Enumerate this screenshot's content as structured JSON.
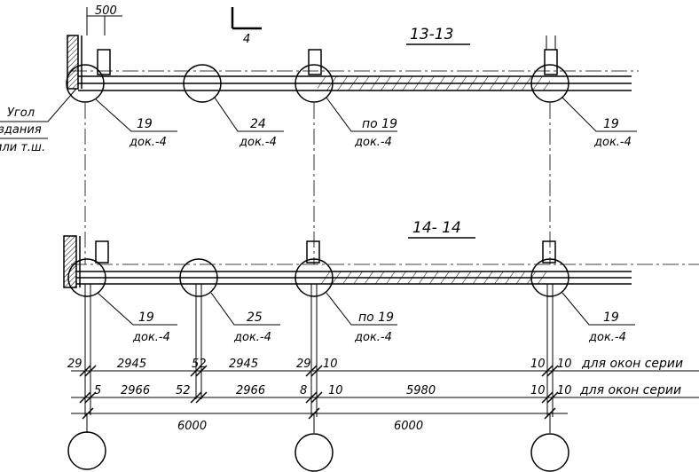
{
  "section_top": {
    "title": "13-13",
    "mark": "4"
  },
  "section_bottom": {
    "title": "14- 14"
  },
  "dim_top": "500",
  "corner_note": [
    "Угол",
    "здания",
    "или т.ш."
  ],
  "callouts_top": [
    {
      "num": "19",
      "ref": "док.-4"
    },
    {
      "num": "24",
      "ref": "док.-4"
    },
    {
      "num": "по 19",
      "ref": "док.-4"
    },
    {
      "num": "19",
      "ref": "док.-4"
    }
  ],
  "callouts_bottom": [
    {
      "num": "19",
      "ref": "док.-4"
    },
    {
      "num": "25",
      "ref": "док.-4"
    },
    {
      "num": "по 19",
      "ref": "док.-4"
    },
    {
      "num": "19",
      "ref": "док.-4"
    }
  ],
  "dim_row1": [
    "29",
    "2945",
    "52",
    "2945",
    "29",
    "10",
    "10",
    "10"
  ],
  "dim_row1_note": "для окон серии",
  "dim_row2": [
    "5",
    "2966",
    "52",
    "2966",
    "8",
    "10",
    "5980",
    "10",
    "10"
  ],
  "dim_row2_note": "для окон серии",
  "dim_row3": [
    "6000",
    "6000"
  ]
}
